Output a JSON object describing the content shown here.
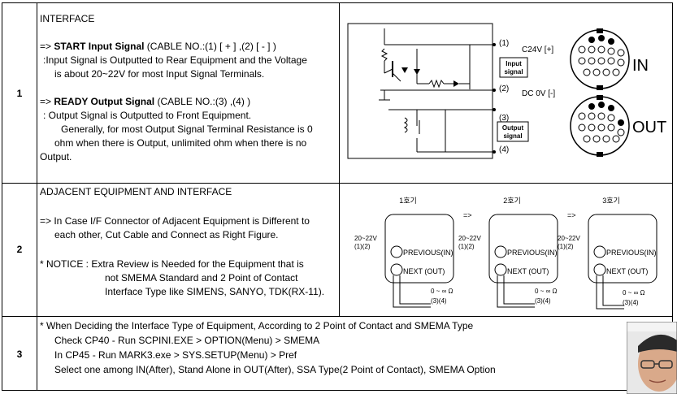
{
  "rows": [
    {
      "number": "1",
      "heading": "INTERFACE",
      "start_label": "=> ",
      "start_title": "START Input Signal",
      "start_cable": " (CABLE NO.:(1) [ + ] ,(2) [ - ] )",
      "start_desc1": ":Input Signal is Outputted to Rear Equipment and the Voltage",
      "start_desc2": "is about 20~22V for most Input Signal Terminals.",
      "ready_label": "=> ",
      "ready_title": "READY Output Signal",
      "ready_cable": " (CABLE NO.:(3) ,(4) )",
      "ready_desc1": ": Output Signal is Outputted to Front Equipment.",
      "ready_desc2": "Generally, for most Output Signal Terminal Resistance is 0",
      "ready_desc3": "ohm when there is Output, unlimited ohm when there is no",
      "ready_desc4": "Output."
    },
    {
      "number": "2",
      "heading": "ADJACENT EQUIPMENT AND INTERFACE",
      "line1": "=> In Case I/F Connector of Adjacent Equipment is Different to",
      "line2": "each other, Cut Cable and Connect as Right Figure.",
      "notice1": "* NOTICE :  Extra Review is Needed for the Equipment that is",
      "notice2": "not SMEMA Standard and 2 Point of Contact",
      "notice3": "Interface Type like SIMENS, SANYO, TDK(RX-11)."
    },
    {
      "number": "3",
      "line1": "* When Deciding the Interface Type of Equipment, According to 2 Point of Contact and SMEMA Type",
      "line2": "Check CP40 - Run SCPINI.EXE > OPTION(Menu) > SMEMA",
      "line3": "In CP45 - Run MARK3.exe > SYS.SETUP(Menu) > Pref",
      "line4": "Select one among IN(After), Stand Alone in OUT(After), SSA Type(2 Point of Contact), SMEMA Option"
    }
  ],
  "circuit": {
    "pin1": "(1)",
    "c24v": "C24V [+]",
    "input_signal_l1": "Input",
    "input_signal_l2": "signal",
    "pin2": "(2)",
    "dc0v": "DC  0V [-]",
    "pin3": "(3)",
    "output_signal_l1": "Output",
    "output_signal_l2": "signal",
    "pin4": "(4)",
    "conn_in": "IN",
    "conn_out": "OUT"
  },
  "chain": {
    "units": [
      "1호기",
      "2호기",
      "3호기"
    ],
    "arrow": "=>",
    "voltage_l1": "20~22V",
    "voltage_l2": "(1)(2)",
    "previous": "PREVIOUS(IN)",
    "next": "NEXT (OUT)",
    "ohm": "0 ~ ∞ Ω",
    "pins34": "(3)(4)"
  }
}
